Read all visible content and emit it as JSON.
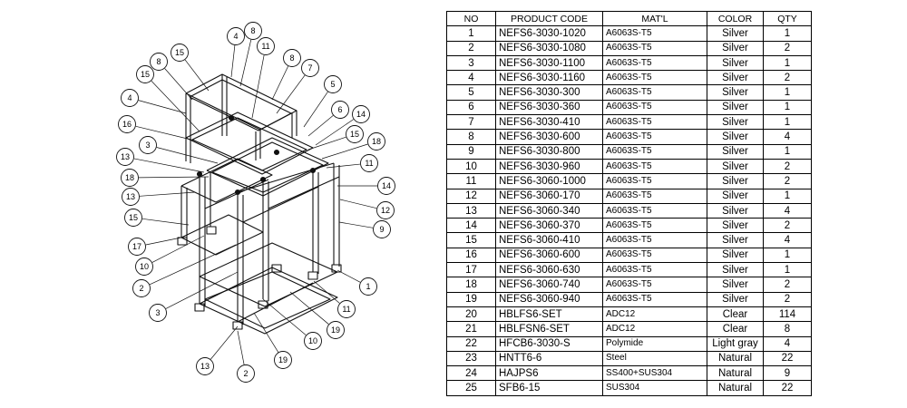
{
  "table": {
    "headers": [
      "NO",
      "PRODUCT CODE",
      "MAT'L",
      "COLOR",
      "QTY"
    ],
    "rows": [
      {
        "no": "1",
        "code": "NEFS6-3030-1020",
        "mat": "A6063S-T5",
        "color": "Silver",
        "qty": "1"
      },
      {
        "no": "2",
        "code": "NEFS6-3030-1080",
        "mat": "A6063S-T5",
        "color": "Silver",
        "qty": "2"
      },
      {
        "no": "3",
        "code": "NEFS6-3030-1100",
        "mat": "A6063S-T5",
        "color": "Silver",
        "qty": "1"
      },
      {
        "no": "4",
        "code": "NEFS6-3030-1160",
        "mat": "A6063S-T5",
        "color": "Silver",
        "qty": "2"
      },
      {
        "no": "5",
        "code": "NEFS6-3030-300",
        "mat": "A6063S-T5",
        "color": "Silver",
        "qty": "1"
      },
      {
        "no": "6",
        "code": "NEFS6-3030-360",
        "mat": "A6063S-T5",
        "color": "Silver",
        "qty": "1"
      },
      {
        "no": "7",
        "code": "NEFS6-3030-410",
        "mat": "A6063S-T5",
        "color": "Silver",
        "qty": "1"
      },
      {
        "no": "8",
        "code": "NEFS6-3030-600",
        "mat": "A6063S-T5",
        "color": "Silver",
        "qty": "4"
      },
      {
        "no": "9",
        "code": "NEFS6-3030-800",
        "mat": "A6063S-T5",
        "color": "Silver",
        "qty": "1"
      },
      {
        "no": "10",
        "code": "NEFS6-3030-960",
        "mat": "A6063S-T5",
        "color": "Silver",
        "qty": "2"
      },
      {
        "no": "11",
        "code": "NEFS6-3060-1000",
        "mat": "A6063S-T5",
        "color": "Silver",
        "qty": "2"
      },
      {
        "no": "12",
        "code": "NEFS6-3060-170",
        "mat": "A6063S-T5",
        "color": "Silver",
        "qty": "1"
      },
      {
        "no": "13",
        "code": "NEFS6-3060-340",
        "mat": "A6063S-T5",
        "color": "Silver",
        "qty": "4"
      },
      {
        "no": "14",
        "code": "NEFS6-3060-370",
        "mat": "A6063S-T5",
        "color": "Silver",
        "qty": "2"
      },
      {
        "no": "15",
        "code": "NEFS6-3060-410",
        "mat": "A6063S-T5",
        "color": "Silver",
        "qty": "4"
      },
      {
        "no": "16",
        "code": "NEFS6-3060-600",
        "mat": "A6063S-T5",
        "color": "Silver",
        "qty": "1"
      },
      {
        "no": "17",
        "code": "NEFS6-3060-630",
        "mat": "A6063S-T5",
        "color": "Silver",
        "qty": "1"
      },
      {
        "no": "18",
        "code": "NEFS6-3060-740",
        "mat": "A6063S-T5",
        "color": "Silver",
        "qty": "2"
      },
      {
        "no": "19",
        "code": "NEFS6-3060-940",
        "mat": "A6063S-T5",
        "color": "Silver",
        "qty": "2"
      },
      {
        "no": "20",
        "code": "HBLFS6-SET",
        "mat": "ADC12",
        "color": "Clear",
        "qty": "114"
      },
      {
        "no": "21",
        "code": "HBLFSN6-SET",
        "mat": "ADC12",
        "color": "Clear",
        "qty": "8"
      },
      {
        "no": "22",
        "code": "HFCB6-3030-S",
        "mat": "Polymide",
        "color": "Light gray",
        "qty": "4"
      },
      {
        "no": "23",
        "code": "HNTT6-6",
        "mat": "Steel",
        "color": "Natural",
        "qty": "22"
      },
      {
        "no": "24",
        "code": "HAJPS6",
        "mat": "SS400+SUS304",
        "color": "Natural",
        "qty": "9"
      },
      {
        "no": "25",
        "code": "SFB6-15",
        "mat": "SUS304",
        "color": "Natural",
        "qty": "22"
      }
    ]
  },
  "diagram": {
    "callouts": [
      "4",
      "8",
      "15",
      "11",
      "8",
      "7",
      "15",
      "8",
      "5",
      "4",
      "6",
      "14",
      "16",
      "15",
      "18",
      "3",
      "11",
      "13",
      "18",
      "14",
      "13",
      "12",
      "15",
      "9",
      "17",
      "10",
      "2",
      "1",
      "3",
      "11",
      "19",
      "10",
      "13",
      "2",
      "19"
    ]
  }
}
